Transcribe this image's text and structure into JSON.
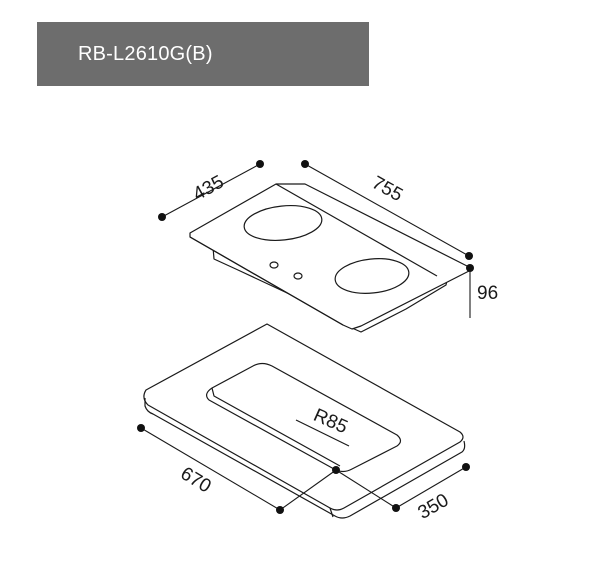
{
  "header": {
    "model": "RB-L2610G(B)"
  },
  "dimensions": {
    "hob_depth": "435",
    "hob_width": "755",
    "hob_height": "96",
    "cutout_width": "670",
    "cutout_depth": "350",
    "corner_radius": "R85"
  },
  "colors": {
    "title_bar": "#6d6d6d",
    "line": "#1a1a1a"
  }
}
